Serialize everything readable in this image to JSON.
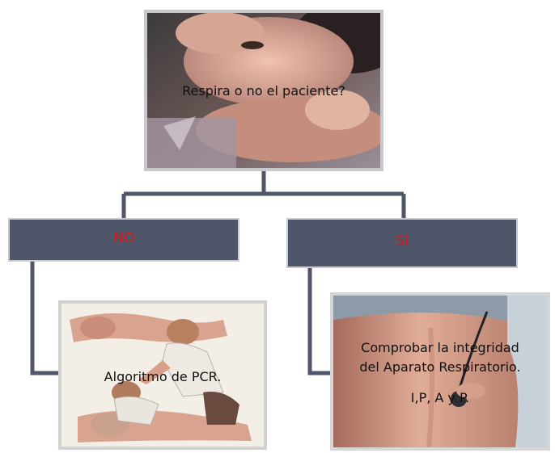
{
  "diagram": {
    "root": {
      "text": "Respira o no el paciente?"
    },
    "branches": [
      {
        "label": "NO",
        "result_lines": [
          "Algoritmo de PCR."
        ]
      },
      {
        "label": "SÍ",
        "result_lines": [
          "Comprobar la integridad",
          "del  Aparato Respiratorio.",
          "I,P, A y P."
        ]
      }
    ],
    "colors": {
      "label_fill": "#4f5669",
      "label_text": "#d01818",
      "connector": "#4f5669"
    }
  }
}
